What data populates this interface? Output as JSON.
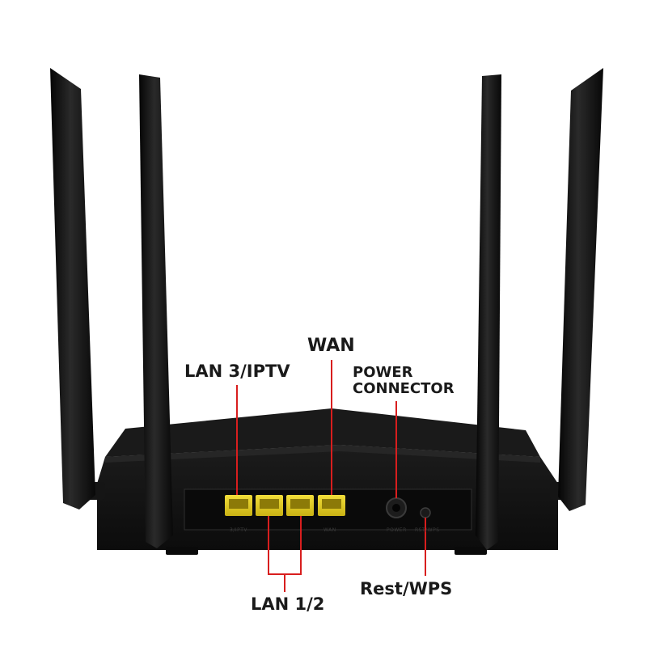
{
  "callouts": {
    "lan3": "LAN 3/IPTV",
    "wan": "WAN",
    "power_line1": "POWER",
    "power_line2": "CONNECTOR",
    "lan12": "LAN 1/2",
    "reset": "Rest/WPS"
  },
  "port_prints": {
    "lan3": "3/IPTV",
    "wan": "WAN",
    "power": "POWER",
    "reset": "RST/WPS"
  },
  "colors": {
    "background": "#ffffff",
    "body": "#121212",
    "port_yellow": "#e8d21f",
    "callout_red": "#d81e1e",
    "text": "#1a1a1a"
  }
}
